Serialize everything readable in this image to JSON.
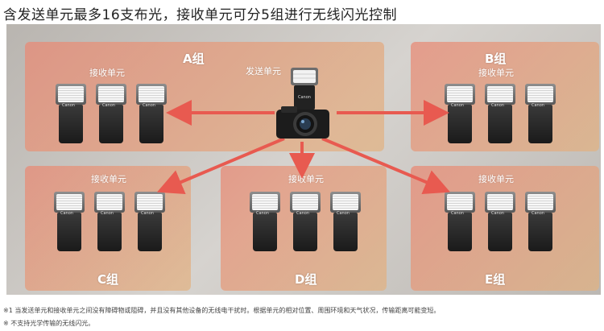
{
  "title": "含发送单元最多16支布光，接收单元可分5组进行无线闪光控制",
  "groups": {
    "a": "A组",
    "b": "B组",
    "c": "C组",
    "d": "D组",
    "e": "E组"
  },
  "labels": {
    "transmitter": "发送单元",
    "receiver": "接收单元",
    "brand": "Canon"
  },
  "notes": {
    "note1": "※1 当发送单元和接收单元之间没有障碍物或阻碍，并且没有其他设备的无线电干扰时。根据单元的相对位置、周围环境和天气状况，传输距离可能变短。",
    "note2": "※ 不支持光学传输的无线闪光。"
  },
  "colors": {
    "arrow": "#e85a50",
    "group_fill": "#e89a7c"
  },
  "icons": [
    "speedlite-flash",
    "camera-with-transmitter",
    "arrow"
  ]
}
